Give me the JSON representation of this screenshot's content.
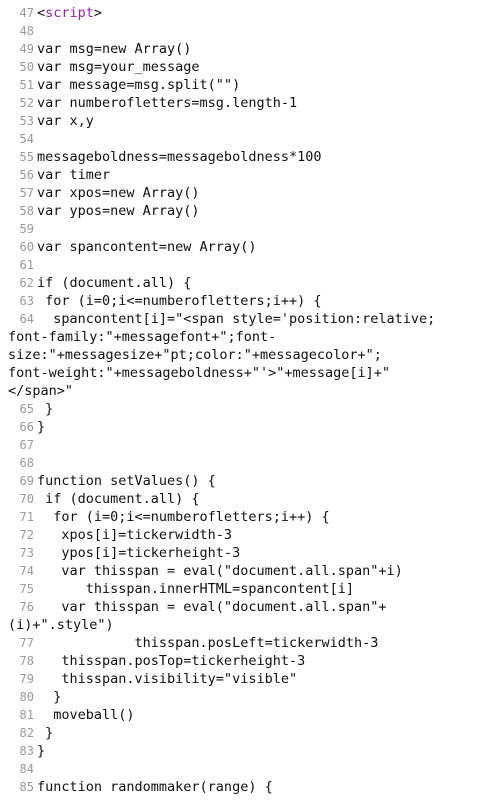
{
  "editor": {
    "colors": {
      "line_number": "#9a9a9a",
      "text": "#111111",
      "keyword_tag": "#9b1fa8",
      "background": "#ffffff"
    },
    "lines": [
      {
        "num": "47",
        "text": "<script>",
        "type": "tag"
      },
      {
        "num": "48",
        "text": ""
      },
      {
        "num": "49",
        "text": "var msg=new Array()"
      },
      {
        "num": "50",
        "text": "var msg=your_message"
      },
      {
        "num": "51",
        "text": "var message=msg.split(\"\")"
      },
      {
        "num": "52",
        "text": "var numberofletters=msg.length-1"
      },
      {
        "num": "53",
        "text": "var x,y"
      },
      {
        "num": "54",
        "text": ""
      },
      {
        "num": "55",
        "text": "messageboldness=messageboldness*100"
      },
      {
        "num": "56",
        "text": "var timer"
      },
      {
        "num": "57",
        "text": "var xpos=new Array()"
      },
      {
        "num": "58",
        "text": "var ypos=new Array()"
      },
      {
        "num": "59",
        "text": ""
      },
      {
        "num": "60",
        "text": "var spancontent=new Array()"
      },
      {
        "num": "61",
        "text": ""
      },
      {
        "num": "62",
        "text": "if (document.all) {"
      },
      {
        "num": "63",
        "text": " for (i=0;i<=numberofletters;i++) {"
      },
      {
        "num": "64",
        "text": "  spancontent[i]=\"<span style='position:relative;"
      },
      {
        "num": "",
        "text": "font-family:\"+messagefont+\";font-",
        "cont": true
      },
      {
        "num": "",
        "text": "size:\"+messagesize+\"pt;color:\"+messagecolor+\";",
        "cont": true
      },
      {
        "num": "",
        "text": "font-weight:\"+messageboldness+\"'>\"+message[i]+\"",
        "cont": true
      },
      {
        "num": "",
        "text": "</span>\"",
        "cont": true
      },
      {
        "num": "65",
        "text": " }"
      },
      {
        "num": "66",
        "text": "}"
      },
      {
        "num": "67",
        "text": ""
      },
      {
        "num": "68",
        "text": ""
      },
      {
        "num": "69",
        "text": "function setValues() {"
      },
      {
        "num": "70",
        "text": " if (document.all) {"
      },
      {
        "num": "71",
        "text": "  for (i=0;i<=numberofletters;i++) {"
      },
      {
        "num": "72",
        "text": "   xpos[i]=tickerwidth-3"
      },
      {
        "num": "73",
        "text": "   ypos[i]=tickerheight-3"
      },
      {
        "num": "74",
        "text": "   var thisspan = eval(\"document.all.span\"+i)"
      },
      {
        "num": "75",
        "text": "      thisspan.innerHTML=spancontent[i]"
      },
      {
        "num": "76",
        "text": "   var thisspan = eval(\"document.all.span\"+"
      },
      {
        "num": "",
        "text": "(i)+\".style\")",
        "cont": true
      },
      {
        "num": "77",
        "text": "            thisspan.posLeft=tickerwidth-3"
      },
      {
        "num": "78",
        "text": "   thisspan.posTop=tickerheight-3"
      },
      {
        "num": "79",
        "text": "   thisspan.visibility=\"visible\""
      },
      {
        "num": "80",
        "text": "  }"
      },
      {
        "num": "81",
        "text": "  moveball()"
      },
      {
        "num": "82",
        "text": " }"
      },
      {
        "num": "83",
        "text": "}"
      },
      {
        "num": "84",
        "text": ""
      },
      {
        "num": "85",
        "text": "function randommaker(range) {"
      }
    ]
  }
}
